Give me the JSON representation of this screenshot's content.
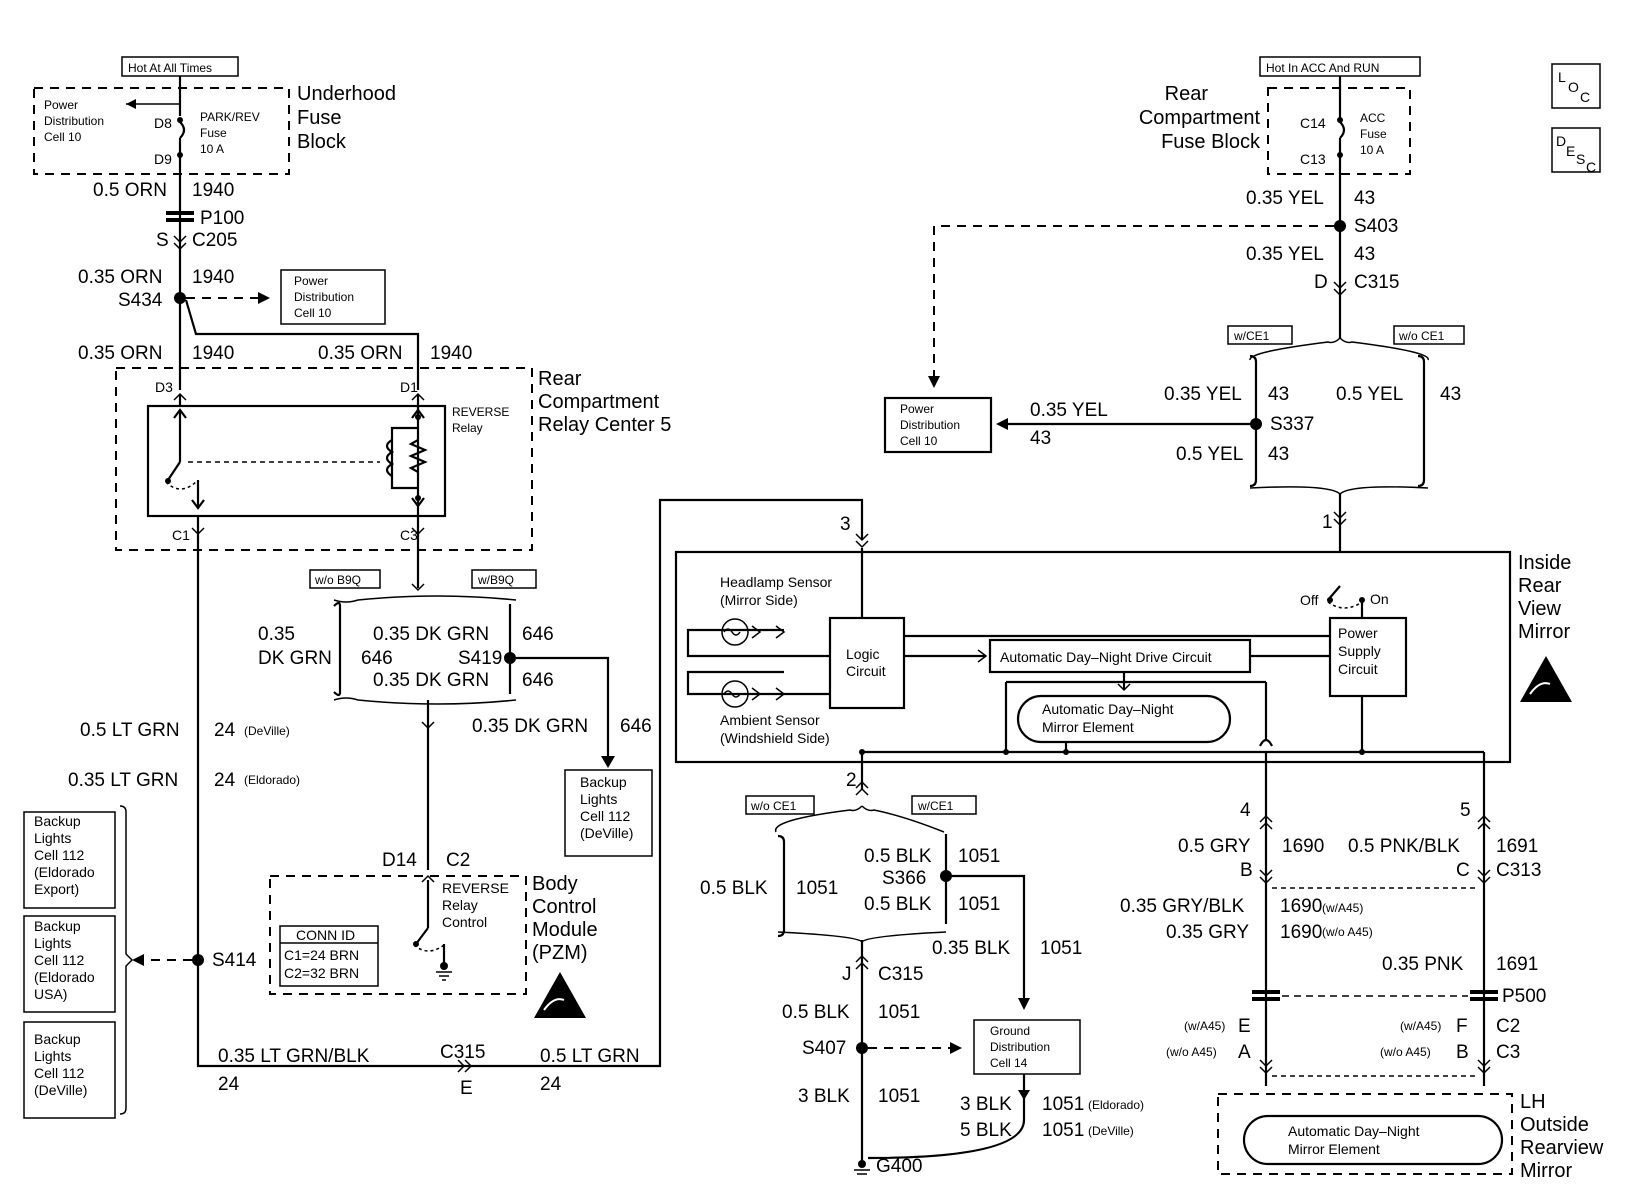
{
  "fuse_left": {
    "hot_label": "Hot At All Times",
    "block_label": [
      "Underhood",
      "Fuse",
      "Block"
    ],
    "dist_label": [
      "Power",
      "Distribution",
      "Cell 10"
    ],
    "fuse_name": [
      "PARK/REV",
      "Fuse",
      "10 A"
    ],
    "pin_top": "D8",
    "pin_bot": "D9"
  },
  "fuse_right": {
    "hot_label": "Hot In ACC And RUN",
    "block_label": [
      "Rear",
      "Compartment",
      "Fuse Block"
    ],
    "fuse_name": [
      "ACC",
      "Fuse",
      "10 A"
    ],
    "pin_top": "C14",
    "pin_bot": "C13"
  },
  "corner_icons": [
    "LOC",
    "DESC"
  ],
  "wires_left": {
    "w1": "0.5 ORN",
    "c1": "1940",
    "p100": "P100",
    "s": "S",
    "c205": "C205",
    "w2": "0.35 ORN",
    "c2": "1940",
    "s434": "S434",
    "pdc": [
      "Power",
      "Distribution",
      "Cell 10"
    ],
    "w3": "0.35 ORN",
    "c3": "1940",
    "w4": "0.35 ORN",
    "c4": "1940"
  },
  "relay_center": {
    "label": [
      "Rear",
      "Compartment",
      "Relay Center 5"
    ],
    "relay": [
      "REVERSE",
      "Relay"
    ],
    "d3": "D3",
    "d1": "D1",
    "c1": "C1",
    "c3": "C3"
  },
  "b9q": {
    "wo": "w/o B9Q",
    "w": "w/B9Q",
    "left_a": "0.35",
    "left_b": "DK GRN",
    "left_c": "646",
    "top_w": "0.35 DK GRN",
    "top_c": "646",
    "splice": "S419",
    "bot_w": "0.35 DK GRN",
    "bot_c": "646",
    "out_w": "0.35 DK GRN",
    "out_c": "646",
    "backup": [
      "Backup",
      "Lights",
      "Cell 112",
      "(DeVille)"
    ]
  },
  "left_wires": {
    "w1": "0.5 LT GRN",
    "c1": "24",
    "n1": "(DeVille)",
    "w2": "0.35 LT GRN",
    "c2": "24",
    "n2": "(Eldorado)"
  },
  "backup_boxes": [
    [
      "Backup",
      "Lights",
      "Cell 112",
      "(Eldorado",
      "Export)"
    ],
    [
      "Backup",
      "Lights",
      "Cell 112",
      "(Eldorado",
      "USA)"
    ],
    [
      "Backup",
      "Lights",
      "Cell 112",
      "(DeVille)"
    ]
  ],
  "bcm": {
    "label": [
      "Body",
      "Control",
      "Module",
      "(PZM)"
    ],
    "d14": "D14",
    "c2": "C2",
    "relay": [
      "REVERSE",
      "Relay",
      "Control"
    ],
    "conn": [
      "CONN ID",
      "C1=24 BRN",
      "C2=32 BRN"
    ],
    "s414": "S414"
  },
  "bottom_left": {
    "w1": "0.35 LT GRN/BLK",
    "c1": "24",
    "conn": "C315",
    "pin": "E",
    "w2": "0.5 LT GRN",
    "c2": "24"
  },
  "right_top": {
    "w1": "0.35 YEL",
    "c1": "43",
    "s403": "S403",
    "w2": "0.35 YEL",
    "c2": "43",
    "d": "D",
    "c315": "C315",
    "wce1": "w/CE1",
    "woce1": "w/o CE1",
    "pdc": [
      "Power",
      "Distribution",
      "Cell 10"
    ],
    "pdc_w": "0.35 YEL",
    "pdc_c": "43",
    "w3": "0.35 YEL",
    "c3": "43",
    "w4": "0.5 YEL",
    "c4": "43",
    "s337": "S337",
    "w5": "0.5 YEL",
    "c5": "43",
    "pin1": "1"
  },
  "mirror": {
    "label": [
      "Inside",
      "Rear",
      "View",
      "Mirror"
    ],
    "pin3": "3",
    "headlamp": [
      "Headlamp Sensor",
      "(Mirror Side)"
    ],
    "ambient": [
      "Ambient Sensor",
      "(Windshield Side)"
    ],
    "logic": [
      "Logic",
      "Circuit"
    ],
    "drive": "Automatic Day–Night Drive Circuit",
    "element": [
      "Automatic Day–Night",
      "Mirror Element"
    ],
    "power": [
      "Power",
      "Supply",
      "Circuit"
    ],
    "off": "Off",
    "on": "On",
    "pin2": "2",
    "pin4": "4",
    "pin5": "5"
  },
  "ground_section": {
    "woce1": "w/o CE1",
    "wce1": "w/CE1",
    "left_w": "0.5 BLK",
    "left_c": "1051",
    "w1": "0.5 BLK",
    "c1": "1051",
    "s366": "S366",
    "w2": "0.5 BLK",
    "c2": "1051",
    "w3": "0.35 BLK",
    "c3": "1051",
    "j": "J",
    "c315": "C315",
    "w4": "0.5 BLK",
    "c4": "1051",
    "s407": "S407",
    "gdc": [
      "Ground",
      "Distribution",
      "Cell 14"
    ],
    "w5": "3 BLK",
    "c5": "1051",
    "w6": "3 BLK",
    "c6": "1051",
    "n6": "(Eldorado)",
    "w7": "5 BLK",
    "c7": "1051",
    "n7": "(DeVille)",
    "g400": "G400"
  },
  "right_bottom": {
    "w1": "0.5 GRY",
    "c1": "1690",
    "b": "B",
    "w2": "0.5 PNK/BLK",
    "c2": "1691",
    "c": "C",
    "c313": "C313",
    "w3": "0.35 GRY/BLK",
    "c3": "1690",
    "n3": "(w/A45)",
    "w4": "0.35 GRY",
    "c4": "1690",
    "n4": "(w/o A45)",
    "w5": "0.35 PNK",
    "c5": "1691",
    "p500": "P500",
    "wa45_l": "(w/A45)",
    "e": "E",
    "woa45_l": "(w/o A45)",
    "a": "A",
    "wa45_r": "(w/A45)",
    "f": "F",
    "c2pin": "C2",
    "woa45_r": "(w/o A45)",
    "bpin": "B",
    "c3pin": "C3",
    "outside_el": [
      "Automatic Day–Night",
      "Mirror Element"
    ],
    "outside_label": [
      "LH",
      "Outside",
      "Rearview",
      "Mirror"
    ]
  }
}
